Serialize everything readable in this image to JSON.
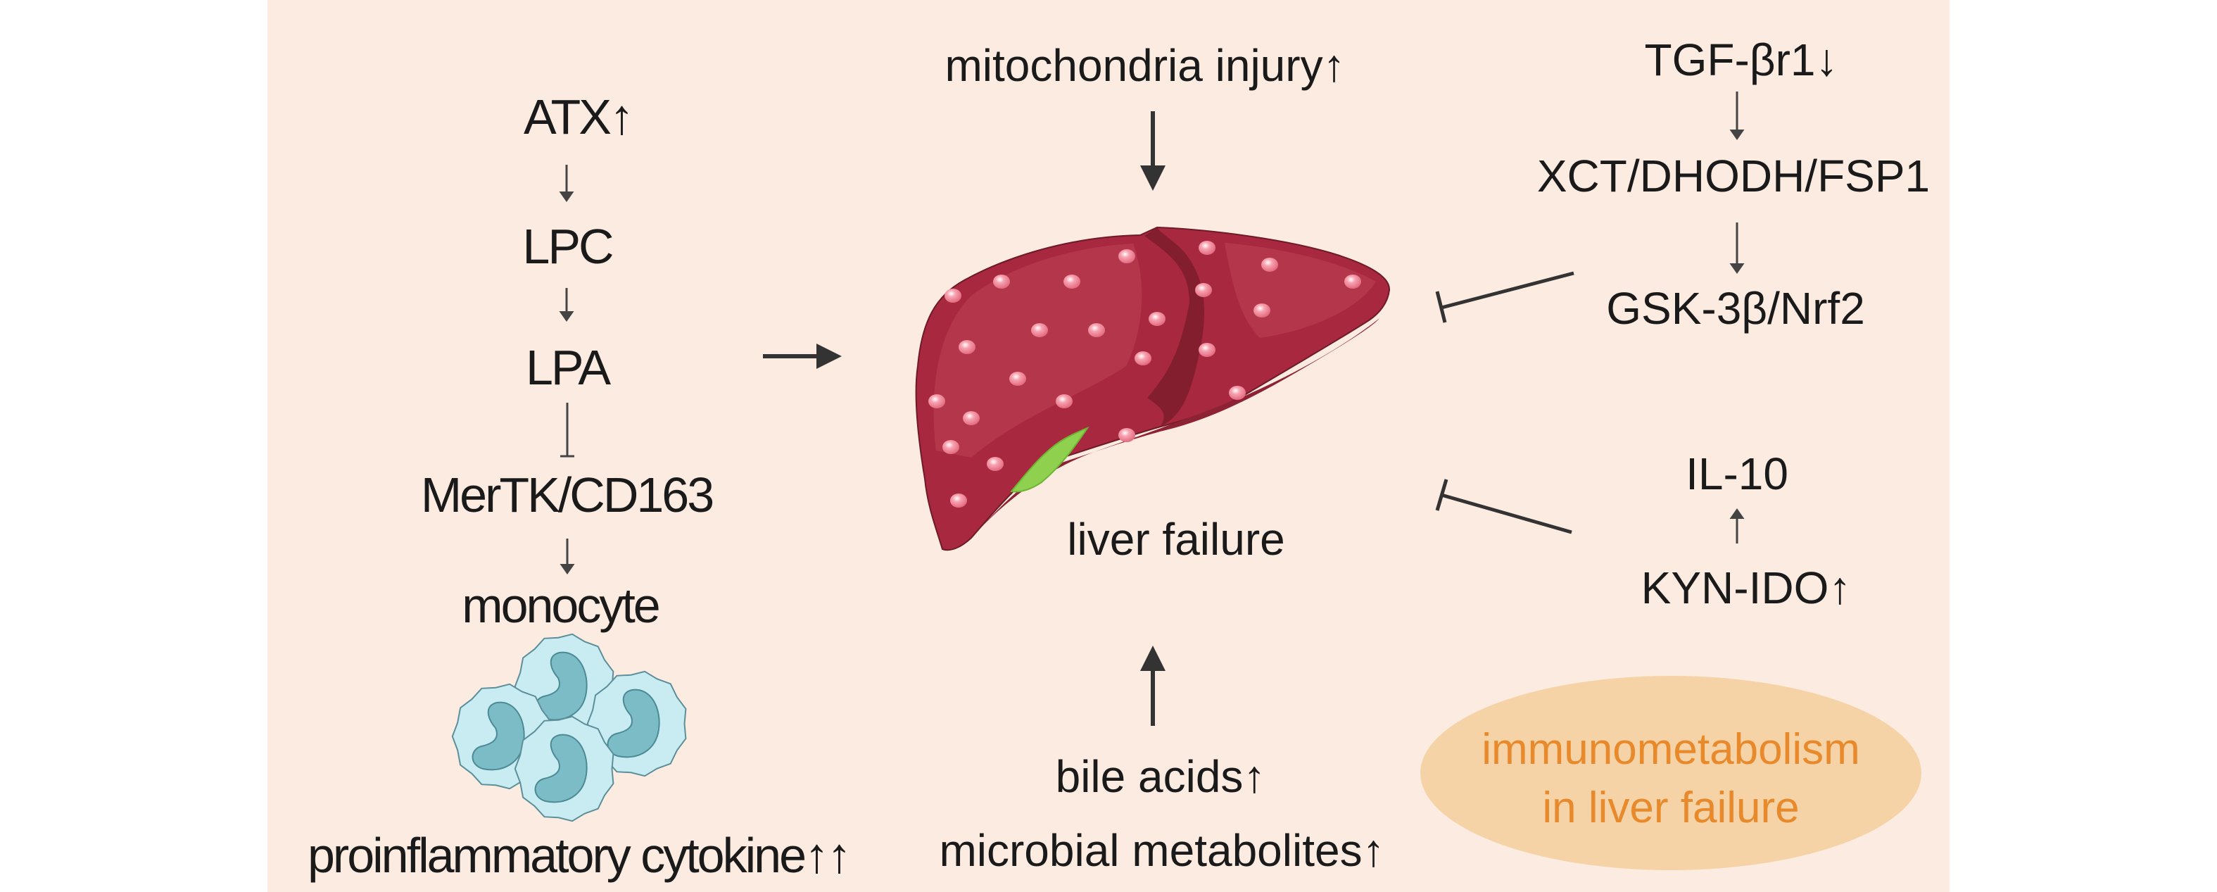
{
  "left_pathway": {
    "atx": "ATX↑",
    "lpc": "LPC",
    "lpa": "LPA",
    "mertk": "MerTK/CD163",
    "monocyte": "monocyte",
    "cytokine": "proinflammatory cytokine↑↑"
  },
  "center": {
    "mitochondria": "mitochondria injury↑",
    "liver_failure": "liver failure",
    "bile_acids": "bile acids↑",
    "microbial": "microbial metabolites↑"
  },
  "right_pathway": {
    "tgf": "TGF-βr1↓",
    "xct": "XCT/DHODH/FSP1",
    "gsk": "GSK-3β/Nrf2",
    "il10": "IL-10",
    "kyn": "KYN-IDO↑"
  },
  "badge": {
    "line1": "immunometabolism",
    "line2": "in liver failure"
  },
  "colors": {
    "background": "#fcebe1",
    "liver": "#a8293f",
    "badge_fill": "#f6d3a6",
    "badge_text": "#e88a2b",
    "cell": "#c9ecf3",
    "nucleus": "#7cbcc7"
  }
}
